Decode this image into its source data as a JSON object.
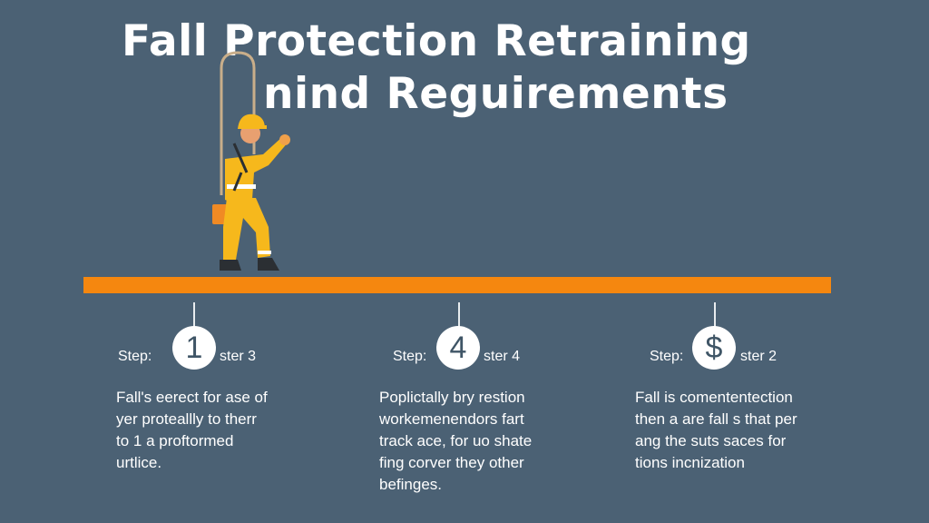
{
  "title": {
    "line1": "Fall Protection Retraining",
    "line2": "nind Reguirements"
  },
  "colors": {
    "background": "#4b6174",
    "bar": "#f5870f",
    "worker_suit": "#f6b81c"
  },
  "steps": [
    {
      "label": "Step:",
      "badge": "1",
      "suffix": "ster 3",
      "lines": [
        "Fall's eerect for ase of",
        "yer proteallly to therr",
        "to 1 a proftormed",
        "urtlice."
      ]
    },
    {
      "label": "Step:",
      "badge": "4",
      "suffix": "ster 4",
      "lines": [
        "Poplictally bry restion",
        "workemenendors fart",
        "track ace, for uo shate",
        "fing corver they other",
        "befinges."
      ]
    },
    {
      "label": "Step:",
      "badge": "$",
      "suffix": "ster 2",
      "lines": [
        "Fall is comententection",
        "then a are fall s that per",
        "ang the suts saces for",
        "tions incnization"
      ]
    }
  ]
}
